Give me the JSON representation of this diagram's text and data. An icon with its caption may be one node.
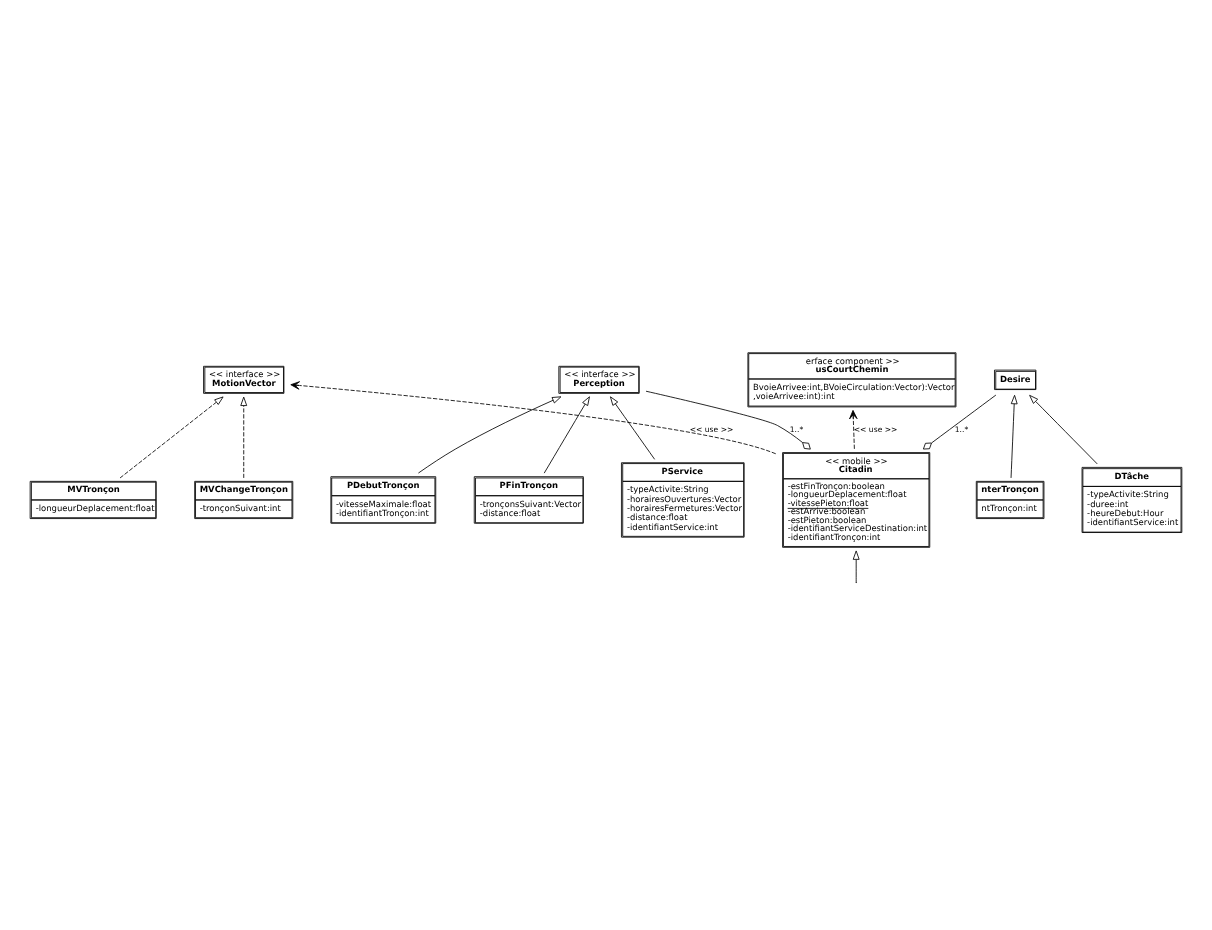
{
  "diagram": {
    "nodes": [
      {
        "text": [
          "erface component >>",
          "usCourtChemin",
          "BvoieArrivee:int,BVoieCirculation:Vector):Vector",
          ",voieArrivee:int):int"
        ]
      },
      {
        "text": [
          "<< mobile >>",
          "Citadin",
          "-estFinTronçon:boolean",
          "-longueurDeplacement:float",
          "-vitessePieton:float",
          "-estArrive:boolean",
          "-estPieton:boolean",
          "-identifiantServiceDestination:int",
          "-identifiantTronçon:int"
        ]
      },
      {
        "text": [
          "<< interface >>",
          "MotionVector"
        ]
      },
      {
        "text": [
          "MVTronçon",
          "-longueurDeplacement:float"
        ]
      },
      {
        "text": [
          "MVChangeTronçon",
          "-tronçonSuivant:int"
        ]
      },
      {
        "text": [
          "<< interface >>",
          "Perception"
        ]
      },
      {
        "text": [
          "PDebutTronçon",
          "-vitesseMaximale:float",
          "-identifiantTronçon:int"
        ]
      },
      {
        "text": [
          "PFinTronçon",
          "-tronçonsSuivant:Vector",
          "-distance:float"
        ]
      },
      {
        "text": [
          "PService",
          "-typeActivite:String",
          "-horairesOuvertures:Vector",
          "-horairesFermetures:Vector",
          "-distance:float",
          "-identifiantService:int"
        ]
      },
      {
        "text": [
          "Desire"
        ]
      },
      {
        "text": [
          "nterTronçon",
          "ntTronçon:int"
        ]
      },
      {
        "text": [
          "DTâche",
          "-typeActivite:String",
          "-duree:int",
          "-heureDebut:Hour",
          "-identifiantService:int"
        ]
      }
    ],
    "edges": [
      {
        "from": 1,
        "to": 0,
        "arrow": "to",
        "style": "dashed",
        "label": "<< use >>"
      },
      {
        "from": 1,
        "to": 2,
        "arrow": "to",
        "style": "dashed",
        "label": "<< use >>"
      },
      {
        "from": 3,
        "to": 2,
        "arrow": "to",
        "style": "dashed"
      },
      {
        "from": 4,
        "to": 2,
        "arrow": "to",
        "style": "dashed"
      },
      {
        "from": 1,
        "to": 5,
        "arrow": "other",
        "label": "1..*"
      },
      {
        "from": 6,
        "to": 5,
        "arrow": "to"
      },
      {
        "from": 7,
        "to": 5,
        "arrow": "to"
      },
      {
        "from": 8,
        "to": 5,
        "arrow": "to"
      },
      {
        "from": 1,
        "to": 9,
        "arrow": "other",
        "label": "1..*"
      },
      {
        "from": 10,
        "to": 9,
        "arrow": "to"
      },
      {
        "from": 11,
        "to": 9,
        "arrow": "to"
      },
      {
        "from": null,
        "to": 1,
        "arrow": "to"
      }
    ]
  }
}
